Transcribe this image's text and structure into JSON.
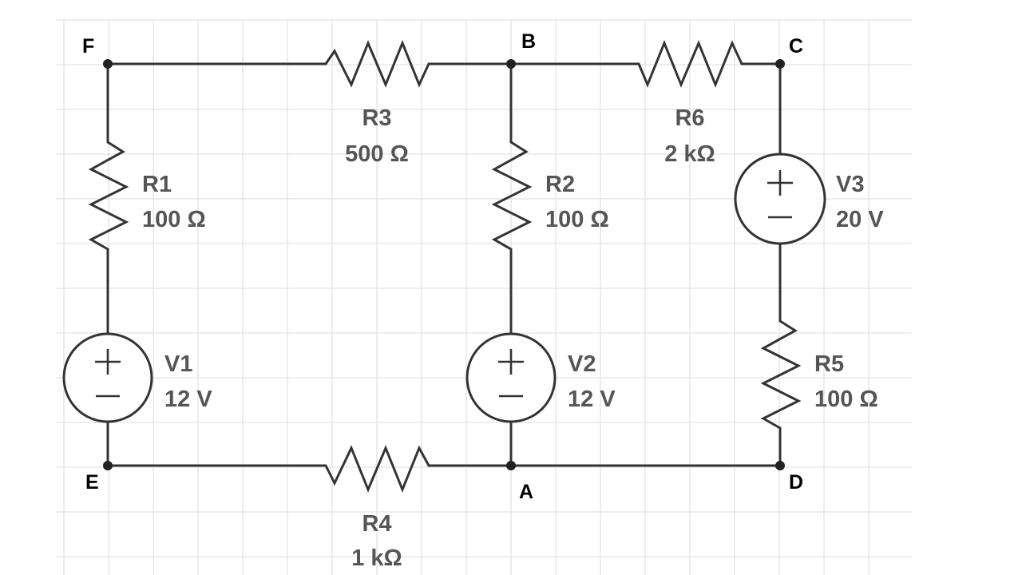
{
  "nodes": {
    "F": "F",
    "B": "B",
    "C": "C",
    "E": "E",
    "A": "A",
    "D": "D"
  },
  "components": {
    "R1": {
      "name": "R1",
      "value": "100 Ω"
    },
    "R2": {
      "name": "R2",
      "value": "100 Ω"
    },
    "R3": {
      "name": "R3",
      "value": "500 Ω"
    },
    "R4": {
      "name": "R4",
      "value": "1 kΩ"
    },
    "R5": {
      "name": "R5",
      "value": "100 Ω"
    },
    "R6": {
      "name": "R6",
      "value": "2 kΩ"
    },
    "V1": {
      "name": "V1",
      "value": "12 V"
    },
    "V2": {
      "name": "V2",
      "value": "12 V"
    },
    "V3": {
      "name": "V3",
      "value": "20 V"
    }
  },
  "colors": {
    "wire": "#333333",
    "label": "#555555",
    "node_label": "#000000",
    "grid": "#e3e3e3"
  }
}
